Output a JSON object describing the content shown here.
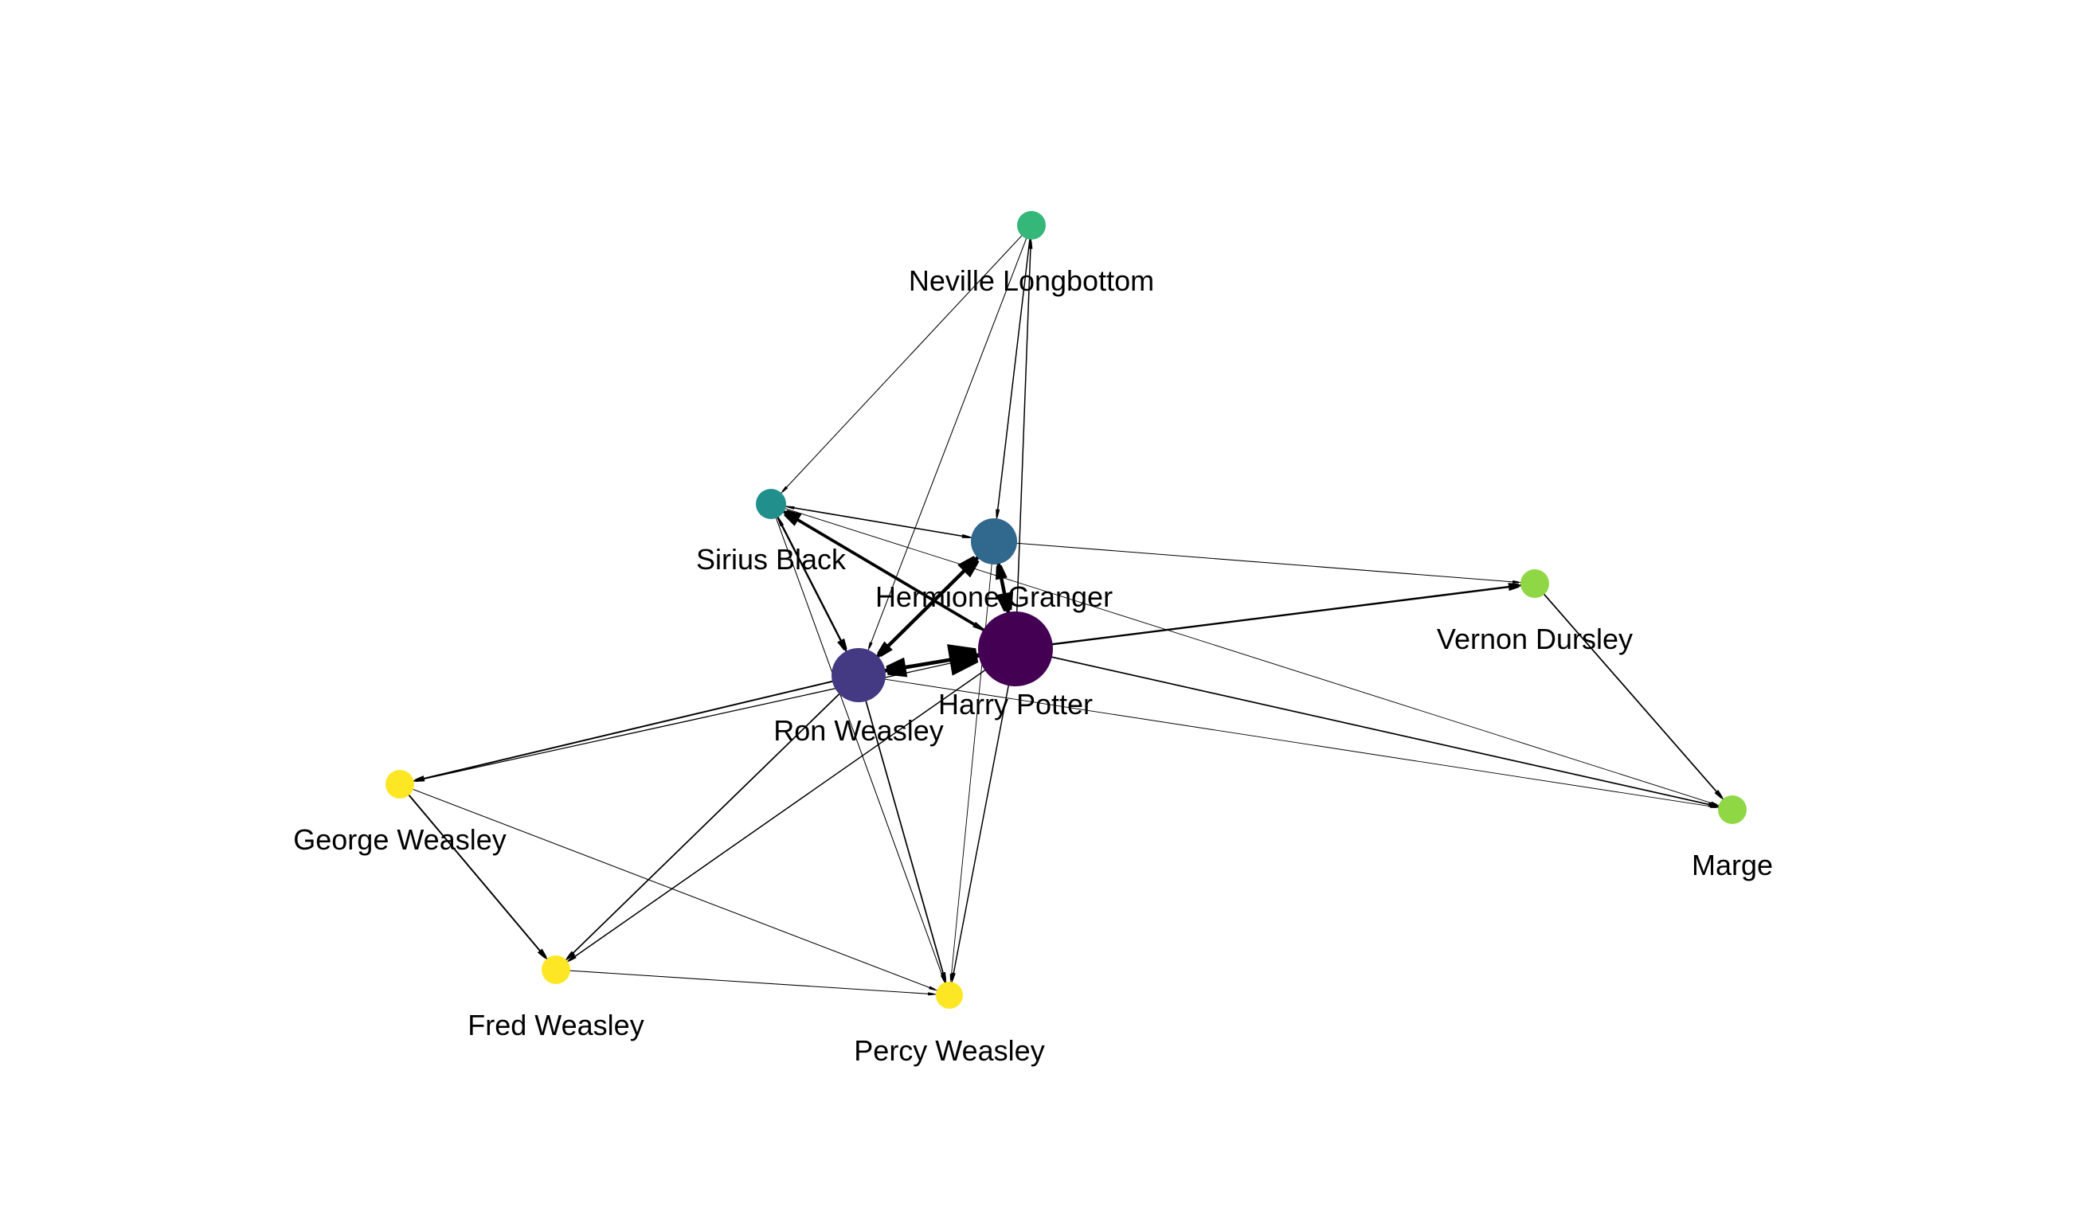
{
  "nodes": [
    {
      "id": "harry",
      "label": "Harry Potter",
      "color": "#440154"
    },
    {
      "id": "ron",
      "label": "Ron Weasley",
      "color": "#443a83"
    },
    {
      "id": "hermione",
      "label": "Hermione Granger",
      "color": "#31688e"
    },
    {
      "id": "sirius",
      "label": "Sirius Black",
      "color": "#21908d"
    },
    {
      "id": "neville",
      "label": "Neville Longbottom",
      "color": "#35b779"
    },
    {
      "id": "vernon",
      "label": "Vernon Dursley",
      "color": "#8fd744"
    },
    {
      "id": "marge",
      "label": "Marge",
      "color": "#8fd744"
    },
    {
      "id": "george",
      "label": "George Weasley",
      "color": "#fde725"
    },
    {
      "id": "fred",
      "label": "Fred Weasley",
      "color": "#fde725"
    },
    {
      "id": "percy",
      "label": "Percy Weasley",
      "color": "#fde725"
    }
  ],
  "edges": [
    {
      "source": "ron",
      "target": "harry",
      "weight": 16
    },
    {
      "source": "harry",
      "target": "ron",
      "weight": 10
    },
    {
      "source": "hermione",
      "target": "harry",
      "weight": 9
    },
    {
      "source": "harry",
      "target": "hermione",
      "weight": 6
    },
    {
      "source": "ron",
      "target": "hermione",
      "weight": 9
    },
    {
      "source": "hermione",
      "target": "ron",
      "weight": 6
    },
    {
      "source": "harry",
      "target": "sirius",
      "weight": 7
    },
    {
      "source": "sirius",
      "target": "harry",
      "weight": 3
    },
    {
      "source": "sirius",
      "target": "ron",
      "weight": 4
    },
    {
      "source": "ron",
      "target": "sirius",
      "weight": 2
    },
    {
      "source": "sirius",
      "target": "hermione",
      "weight": 2
    },
    {
      "source": "hermione",
      "target": "sirius",
      "weight": 1.5
    },
    {
      "source": "neville",
      "target": "hermione",
      "weight": 2
    },
    {
      "source": "harry",
      "target": "neville",
      "weight": 2
    },
    {
      "source": "neville",
      "target": "ron",
      "weight": 1
    },
    {
      "source": "neville",
      "target": "sirius",
      "weight": 1
    },
    {
      "source": "harry",
      "target": "vernon",
      "weight": 4
    },
    {
      "source": "vernon",
      "target": "marge",
      "weight": 2.5
    },
    {
      "source": "harry",
      "target": "marge",
      "weight": 2.5
    },
    {
      "source": "hermione",
      "target": "vernon",
      "weight": 1
    },
    {
      "source": "ron",
      "target": "marge",
      "weight": 0.7
    },
    {
      "source": "sirius",
      "target": "marge",
      "weight": 0.7
    },
    {
      "source": "ron",
      "target": "george",
      "weight": 3
    },
    {
      "source": "harry",
      "target": "george",
      "weight": 1.5
    },
    {
      "source": "ron",
      "target": "fred",
      "weight": 2.5
    },
    {
      "source": "harry",
      "target": "fred",
      "weight": 2
    },
    {
      "source": "george",
      "target": "fred",
      "weight": 3
    },
    {
      "source": "george",
      "target": "percy",
      "weight": 1
    },
    {
      "source": "fred",
      "target": "percy",
      "weight": 1
    },
    {
      "source": "ron",
      "target": "percy",
      "weight": 2.5
    },
    {
      "source": "harry",
      "target": "percy",
      "weight": 2
    },
    {
      "source": "hermione",
      "target": "percy",
      "weight": 0.7
    },
    {
      "source": "sirius",
      "target": "percy",
      "weight": 1
    }
  ]
}
